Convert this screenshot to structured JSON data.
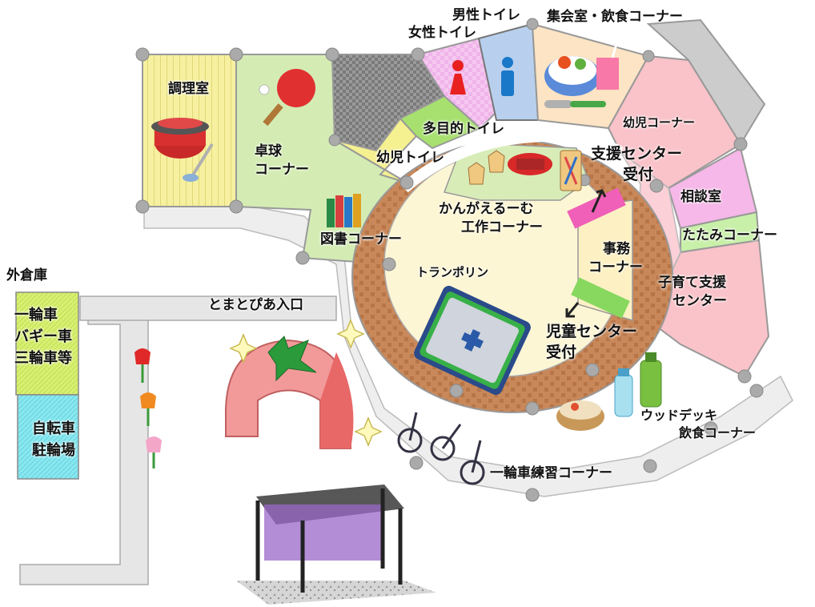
{
  "map": {
    "rooms": {
      "cooking_room": "調理室",
      "table_tennis_line1": "卓球",
      "table_tennis_line2": "コーナー",
      "library_corner": "図書コーナー",
      "womens_toilet": "女性トイレ",
      "mens_toilet": "男性トイレ",
      "multipurpose_toilet": "多目的トイレ",
      "infant_toilet": "幼児トイレ",
      "meeting_room": "集会室・飲食コーナー",
      "infant_corner": "幼児コーナー",
      "support_center_reception_line1": "支援センター",
      "support_center_reception_line2": "受付",
      "consultation_room": "相談室",
      "tatami_corner": "たたみコーナー",
      "childcare_support_center_line1": "子育て支援",
      "childcare_support_center_line2": "センター",
      "office_line1": "事務",
      "office_line2": "コーナー",
      "kangaeroom_line1": "かんがえるーむ",
      "kangaeroom_line2": "工作コーナー",
      "trampoline": "トランポリン",
      "childrens_center_reception_line1": "児童センター",
      "childrens_center_reception_line2": "受付",
      "wood_deck_line1": "ウッドデッキ",
      "wood_deck_line2": "飲食コーナー",
      "unicycle_practice": "一輪車練習コーナー",
      "entrance": "とまとぴあ入口"
    },
    "outer_storage": {
      "title": "外倉庫",
      "vehicles": [
        "一輪車",
        "バギー車",
        "三輪車等"
      ],
      "bicycles": [
        "自転車",
        "駐輪場"
      ]
    },
    "colors": {
      "cooking": "#f6f0a0",
      "table_tennis": "#d4ecb4",
      "gray_area": "#8a8a8a",
      "pink_area": "#f8c0c8",
      "womens_toilet": "#f5c8f0",
      "mens_toilet": "#b8d0ee",
      "green_toilet": "#a8e070",
      "yellow_toilet": "#f5f090",
      "meeting": "#fce4c4",
      "childcare": "#f9c3c9",
      "tatami": "#c8f0a8",
      "floor": "#fdf6d4",
      "brick": "#c8885a",
      "corridor": "#eaeaea",
      "vehicles": "#d8f070",
      "bicycles": "#88e8f0"
    },
    "icons": [
      "pot-icon",
      "ping-pong-icon",
      "books-icon",
      "woman-icon",
      "man-icon",
      "bento-icon",
      "juice-icon",
      "shogi-icon",
      "scissors-icon",
      "trampoline-icon",
      "bottle-icon",
      "tea-icon",
      "unicycle-icon",
      "tomato-entrance-icon",
      "sparkle-icon",
      "tulip-icon",
      "wisteria-trellis-icon"
    ]
  }
}
